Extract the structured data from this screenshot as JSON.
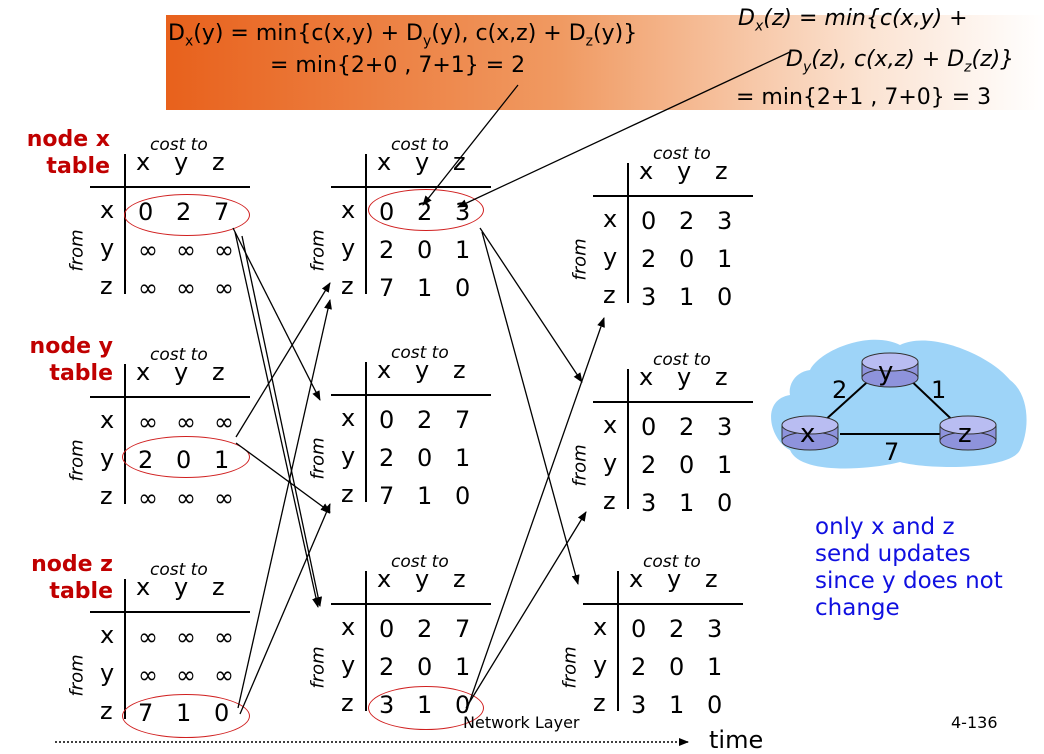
{
  "formula_left": {
    "line1_parts": [
      "D",
      "x",
      "(y) = min{c(x,y) + D",
      "y",
      "(y), c(x,z) + D",
      "z",
      "(y)}"
    ],
    "line2": "= min{2+0 , 7+1} = 2"
  },
  "formula_right": {
    "line1_parts": [
      "D",
      "x",
      "(z) = min{c(x,y) +"
    ],
    "line2_parts": [
      "D",
      "y",
      "(z), c(x,z) + D",
      "z",
      "(z)}"
    ],
    "line3": "= min{2+1 , 7+0} = 3"
  },
  "tables": {
    "cost_to": "cost to",
    "from": "from",
    "col_headers": [
      "x",
      "y",
      "z"
    ],
    "row_labels": [
      "x",
      "y",
      "z"
    ],
    "node_x_label": [
      "node x",
      "table"
    ],
    "node_y_label": [
      "node y",
      "table"
    ],
    "node_z_label": [
      "node z",
      "table"
    ],
    "col0": {
      "x_table": [
        [
          "0",
          "2",
          "7"
        ],
        [
          "∞",
          "∞",
          "∞"
        ],
        [
          "∞",
          "∞",
          "∞"
        ]
      ],
      "y_table": [
        [
          "∞",
          "∞",
          "∞"
        ],
        [
          "2",
          "0",
          "1"
        ],
        [
          "∞",
          "∞",
          "∞"
        ]
      ],
      "z_table": [
        [
          "∞",
          "∞",
          "∞"
        ],
        [
          "∞",
          "∞",
          "∞"
        ],
        [
          "7",
          "1",
          "0"
        ]
      ]
    },
    "col1": {
      "x_table": [
        [
          "0",
          "2",
          "3"
        ],
        [
          "2",
          "0",
          "1"
        ],
        [
          "7",
          "1",
          "0"
        ]
      ],
      "y_table": [
        [
          "0",
          "2",
          "7"
        ],
        [
          "2",
          "0",
          "1"
        ],
        [
          "7",
          "1",
          "0"
        ]
      ],
      "z_table": [
        [
          "0",
          "2",
          "7"
        ],
        [
          "2",
          "0",
          "1"
        ],
        [
          "3",
          "1",
          "0"
        ]
      ]
    },
    "col2": {
      "x_table": [
        [
          "0",
          "2",
          "3"
        ],
        [
          "2",
          "0",
          "1"
        ],
        [
          "3",
          "1",
          "0"
        ]
      ],
      "y_table": [
        [
          "0",
          "2",
          "3"
        ],
        [
          "2",
          "0",
          "1"
        ],
        [
          "3",
          "1",
          "0"
        ]
      ],
      "z_table": [
        [
          "0",
          "2",
          "3"
        ],
        [
          "2",
          "0",
          "1"
        ],
        [
          "3",
          "1",
          "0"
        ]
      ]
    }
  },
  "topology": {
    "nodes": [
      "x",
      "y",
      "z"
    ],
    "edges": [
      {
        "from": "x",
        "to": "y",
        "cost": "2"
      },
      {
        "from": "y",
        "to": "z",
        "cost": "1"
      },
      {
        "from": "x",
        "to": "z",
        "cost": "7"
      }
    ],
    "cloud_color": "#9ed4f8",
    "router_color": "#9fa4e8"
  },
  "note": [
    "only x and z",
    "send updates",
    "since y does not",
    "change"
  ],
  "footer": {
    "center": "Network Layer",
    "right": "4-136",
    "time": "time"
  },
  "colors": {
    "node_label": "#c00000",
    "ellipse": "#d02020",
    "note": "#1010e0",
    "banner": "#e8611c"
  }
}
